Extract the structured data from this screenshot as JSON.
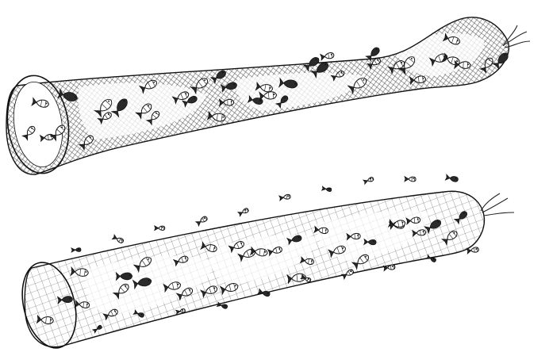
{
  "figure": {
    "panels": [
      {
        "id": "tapered-cod-end-net",
        "shape": "tapered",
        "fish_inside": 40,
        "fish_escaping": 0
      },
      {
        "id": "cylindrical-cod-end-net",
        "shape": "cylindrical",
        "fish_inside": 34,
        "fish_escaping": 20
      }
    ],
    "colors": {
      "line": "#111111",
      "mesh": "#3a3a3a",
      "background": "#ffffff"
    }
  }
}
